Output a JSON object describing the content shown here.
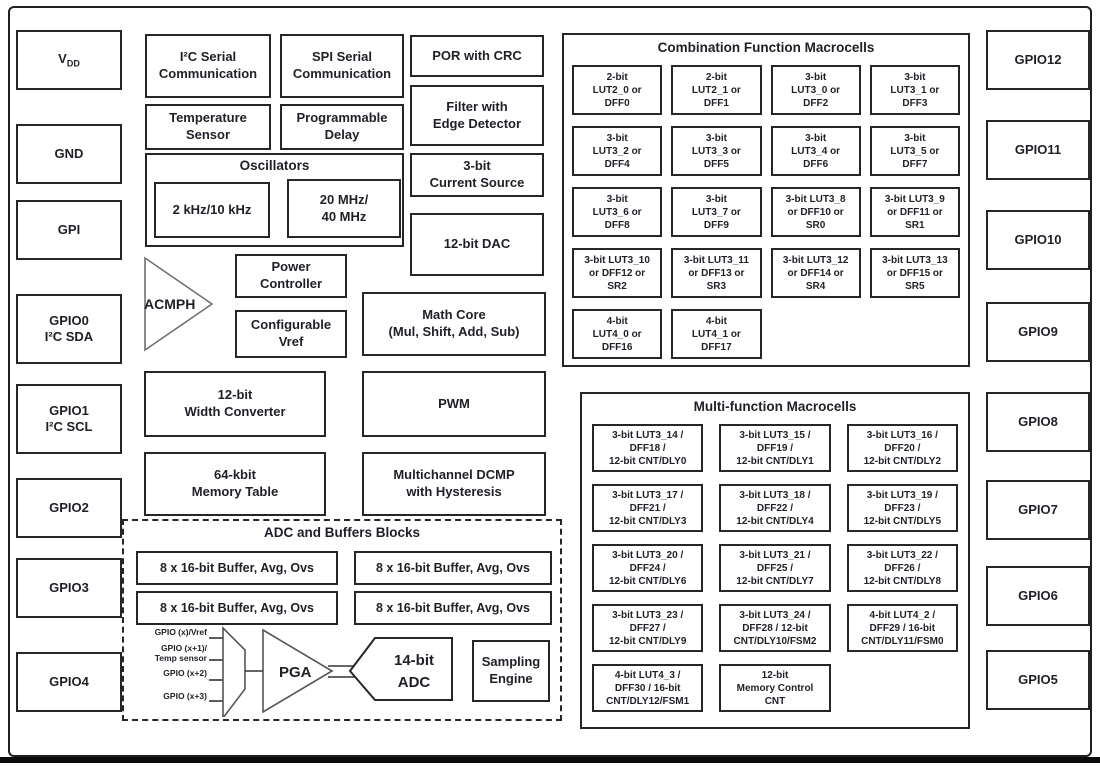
{
  "pins_left": {
    "vdd": {
      "main": "V",
      "sub": "DD"
    },
    "gnd": {
      "lines": [
        "GND"
      ]
    },
    "gpi": {
      "lines": [
        "GPI"
      ]
    },
    "gpio0": {
      "lines": [
        "GPIO0",
        "I²C SDA"
      ]
    },
    "gpio1": {
      "lines": [
        "GPIO1",
        "I²C SCL"
      ]
    },
    "gpio2": {
      "lines": [
        "GPIO2"
      ]
    },
    "gpio3": {
      "lines": [
        "GPIO3"
      ]
    },
    "gpio4": {
      "lines": [
        "GPIO4"
      ]
    }
  },
  "pins_right": {
    "gpio12": {
      "lines": [
        "GPIO12"
      ]
    },
    "gpio11": {
      "lines": [
        "GPIO11"
      ]
    },
    "gpio10": {
      "lines": [
        "GPIO10"
      ]
    },
    "gpio9": {
      "lines": [
        "GPIO9"
      ]
    },
    "gpio8": {
      "lines": [
        "GPIO8"
      ]
    },
    "gpio7": {
      "lines": [
        "GPIO7"
      ]
    },
    "gpio6": {
      "lines": [
        "GPIO6"
      ]
    },
    "gpio5": {
      "lines": [
        "GPIO5"
      ]
    }
  },
  "blocks": {
    "i2c_serial": [
      "I²C Serial",
      "Communication"
    ],
    "spi_serial": [
      "SPI Serial",
      "Communication"
    ],
    "por": [
      "POR with CRC"
    ],
    "temp_sensor": [
      "Temperature",
      "Sensor"
    ],
    "prog_delay": [
      "Programmable",
      "Delay"
    ],
    "filter_edge": [
      "Filter with",
      "Edge Detector"
    ],
    "current_source": [
      "3-bit",
      "Current Source"
    ],
    "dac": [
      "12-bit DAC"
    ],
    "power_controller": [
      "Power",
      "Controller"
    ],
    "config_vref": [
      "Configurable",
      "Vref"
    ],
    "math_core": [
      "Math Core",
      "(Mul, Shift, Add, Sub)"
    ],
    "width_converter": [
      "12-bit",
      "Width Converter"
    ],
    "pwm": [
      "PWM"
    ],
    "memory_table": [
      "64-kbit",
      "Memory Table"
    ],
    "dcmp": [
      "Multichannel DCMP",
      "with Hysteresis"
    ],
    "acmph": "ACMPH"
  },
  "oscillators": {
    "title": "Oscillators",
    "low": [
      "2 kHz/10 kHz"
    ],
    "high": [
      "20 MHz/",
      "40 MHz"
    ]
  },
  "adc_group": {
    "title": "ADC and Buffers Blocks",
    "buffers": [
      [
        "8 x 16-bit Buffer, Avg, Ovs"
      ],
      [
        "8 x 16-bit Buffer, Avg, Ovs"
      ],
      [
        "8 x 16-bit Buffer, Avg, Ovs"
      ],
      [
        "8 x 16-bit Buffer, Avg, Ovs"
      ]
    ],
    "inputs": [
      [
        "GPIO (x)/Vref"
      ],
      [
        "GPIO (x+1)/",
        "Temp sensor"
      ],
      [
        "GPIO (x+2)"
      ],
      [
        "GPIO (x+3)"
      ]
    ],
    "pga": "PGA",
    "adc_line1": "14-bit",
    "adc_line2": "ADC",
    "sampling": [
      "Sampling",
      "Engine"
    ]
  },
  "combination": {
    "title": "Combination Function Macrocells",
    "cells": [
      [
        "2-bit",
        "LUT2_0 or",
        "DFF0"
      ],
      [
        "2-bit",
        "LUT2_1 or",
        "DFF1"
      ],
      [
        "3-bit",
        "LUT3_0 or",
        "DFF2"
      ],
      [
        "3-bit",
        "LUT3_1 or",
        "DFF3"
      ],
      [
        "3-bit",
        "LUT3_2 or",
        "DFF4"
      ],
      [
        "3-bit",
        "LUT3_3 or",
        "DFF5"
      ],
      [
        "3-bit",
        "LUT3_4 or",
        "DFF6"
      ],
      [
        "3-bit",
        "LUT3_5 or",
        "DFF7"
      ],
      [
        "3-bit",
        "LUT3_6 or",
        "DFF8"
      ],
      [
        "3-bit",
        "LUT3_7 or",
        "DFF9"
      ],
      [
        "3-bit LUT3_8",
        "or DFF10 or",
        "SR0"
      ],
      [
        "3-bit LUT3_9",
        "or DFF11 or",
        "SR1"
      ],
      [
        "3-bit LUT3_10",
        "or DFF12 or",
        "SR2"
      ],
      [
        "3-bit LUT3_11",
        "or DFF13 or",
        "SR3"
      ],
      [
        "3-bit LUT3_12",
        "or DFF14 or",
        "SR4"
      ],
      [
        "3-bit LUT3_13",
        "or DFF15 or",
        "SR5"
      ],
      [
        "4-bit",
        "LUT4_0 or",
        "DFF16"
      ],
      [
        "4-bit",
        "LUT4_1 or",
        "DFF17"
      ]
    ]
  },
  "multifunction": {
    "title": "Multi-function Macrocells",
    "cells": [
      [
        "3-bit LUT3_14 /",
        "DFF18 /",
        "12-bit CNT/DLY0"
      ],
      [
        "3-bit LUT3_15 /",
        "DFF19 /",
        "12-bit CNT/DLY1"
      ],
      [
        "3-bit LUT3_16 /",
        "DFF20 /",
        "12-bit CNT/DLY2"
      ],
      [
        "3-bit LUT3_17 /",
        "DFF21 /",
        "12-bit CNT/DLY3"
      ],
      [
        "3-bit LUT3_18 /",
        "DFF22 /",
        "12-bit CNT/DLY4"
      ],
      [
        "3-bit LUT3_19 /",
        "DFF23 /",
        "12-bit CNT/DLY5"
      ],
      [
        "3-bit LUT3_20 /",
        "DFF24 /",
        "12-bit CNT/DLY6"
      ],
      [
        "3-bit LUT3_21 /",
        "DFF25 /",
        "12-bit CNT/DLY7"
      ],
      [
        "3-bit LUT3_22 /",
        "DFF26 /",
        "12-bit CNT/DLY8"
      ],
      [
        "3-bit LUT3_23 /",
        "DFF27 /",
        "12-bit CNT/DLY9"
      ],
      [
        "3-bit LUT3_24 /",
        "DFF28 / 12-bit",
        "CNT/DLY10/FSM2"
      ],
      [
        "4-bit LUT4_2 /",
        "DFF29 / 16-bit",
        "CNT/DLY11/FSM0"
      ],
      [
        "4-bit LUT4_3 /",
        "DFF30 / 16-bit",
        "CNT/DLY12/FSM1"
      ],
      [
        "12-bit",
        "Memory Control",
        "CNT"
      ]
    ]
  }
}
